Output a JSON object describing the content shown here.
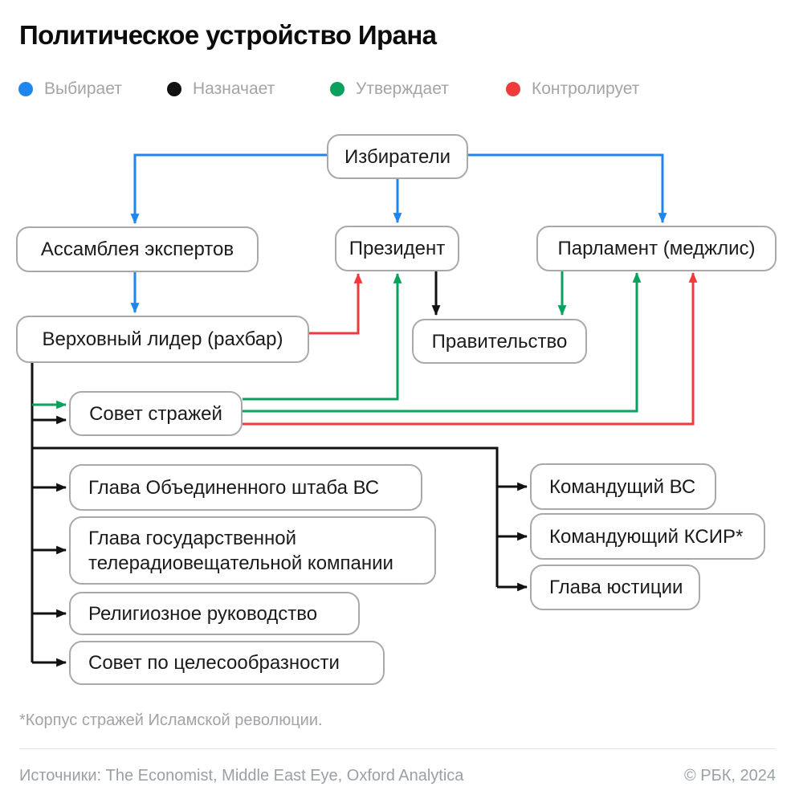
{
  "title": "Политическое устройство Ирана",
  "legend": {
    "items": [
      {
        "label": "Выбирает",
        "color": "#1e86ee"
      },
      {
        "label": "Назначает",
        "color": "#111111"
      },
      {
        "label": "Утверждает",
        "color": "#0aa05e"
      },
      {
        "label": "Контролирует",
        "color": "#f13b3b"
      }
    ]
  },
  "colors": {
    "elects": "#1e86ee",
    "appoints": "#111111",
    "approves": "#0aa05e",
    "controls": "#f13b3b",
    "box_border": "#a9a9a9"
  },
  "nodes": {
    "voters": {
      "label": "Избиратели"
    },
    "assembly": {
      "label": "Ассамблея экспертов"
    },
    "president": {
      "label": "Президент"
    },
    "parliament": {
      "label": "Парламент (меджлис)"
    },
    "supreme_leader": {
      "label": "Верховный лидер (рахбар)"
    },
    "government": {
      "label": "Правительство"
    },
    "guardian_council": {
      "label": "Совет стражей"
    },
    "joint_staff": {
      "label": "Глава Объединенного штаба ВС"
    },
    "broadcasting": {
      "label": "Глава государственной\nтелерадиовещательной компании"
    },
    "religious": {
      "label": "Религиозное руководство"
    },
    "expediency": {
      "label": "Совет по целесообразности"
    },
    "army_commander": {
      "label": "Командущий ВС"
    },
    "irgc_commander": {
      "label": "Командующий КСИР*"
    },
    "justice_head": {
      "label": "Глава юстиции"
    }
  },
  "edges": [
    {
      "from": "voters",
      "to": "assembly",
      "relation": "Выбирает"
    },
    {
      "from": "voters",
      "to": "president",
      "relation": "Выбирает"
    },
    {
      "from": "voters",
      "to": "parliament",
      "relation": "Выбирает"
    },
    {
      "from": "assembly",
      "to": "supreme_leader",
      "relation": "Выбирает"
    },
    {
      "from": "supreme_leader",
      "to": "president",
      "relation": "Контролирует"
    },
    {
      "from": "guardian_council",
      "to": "president",
      "relation": "Утверждает"
    },
    {
      "from": "president",
      "to": "government",
      "relation": "Назначает"
    },
    {
      "from": "parliament",
      "to": "government",
      "relation": "Утверждает"
    },
    {
      "from": "guardian_council",
      "to": "parliament",
      "relation": "Утверждает"
    },
    {
      "from": "guardian_council",
      "to": "parliament",
      "relation": "Контролирует"
    },
    {
      "from": "supreme_leader",
      "to": "guardian_council",
      "relation": "Утверждает"
    },
    {
      "from": "supreme_leader",
      "to": "guardian_council",
      "relation": "Назначает"
    },
    {
      "from": "supreme_leader",
      "to": "joint_staff",
      "relation": "Назначает"
    },
    {
      "from": "supreme_leader",
      "to": "broadcasting",
      "relation": "Назначает"
    },
    {
      "from": "supreme_leader",
      "to": "religious",
      "relation": "Назначает"
    },
    {
      "from": "supreme_leader",
      "to": "expediency",
      "relation": "Назначает"
    },
    {
      "from": "supreme_leader",
      "to": "army_commander",
      "relation": "Назначает"
    },
    {
      "from": "supreme_leader",
      "to": "irgc_commander",
      "relation": "Назначает"
    },
    {
      "from": "supreme_leader",
      "to": "justice_head",
      "relation": "Назначает"
    }
  ],
  "footer": {
    "footnote": "*Корпус стражей Исламской революции.",
    "sources": "Источники: The Economist, Middle East Eye, Oxford Analytica",
    "copyright": "© РБК, 2024"
  }
}
